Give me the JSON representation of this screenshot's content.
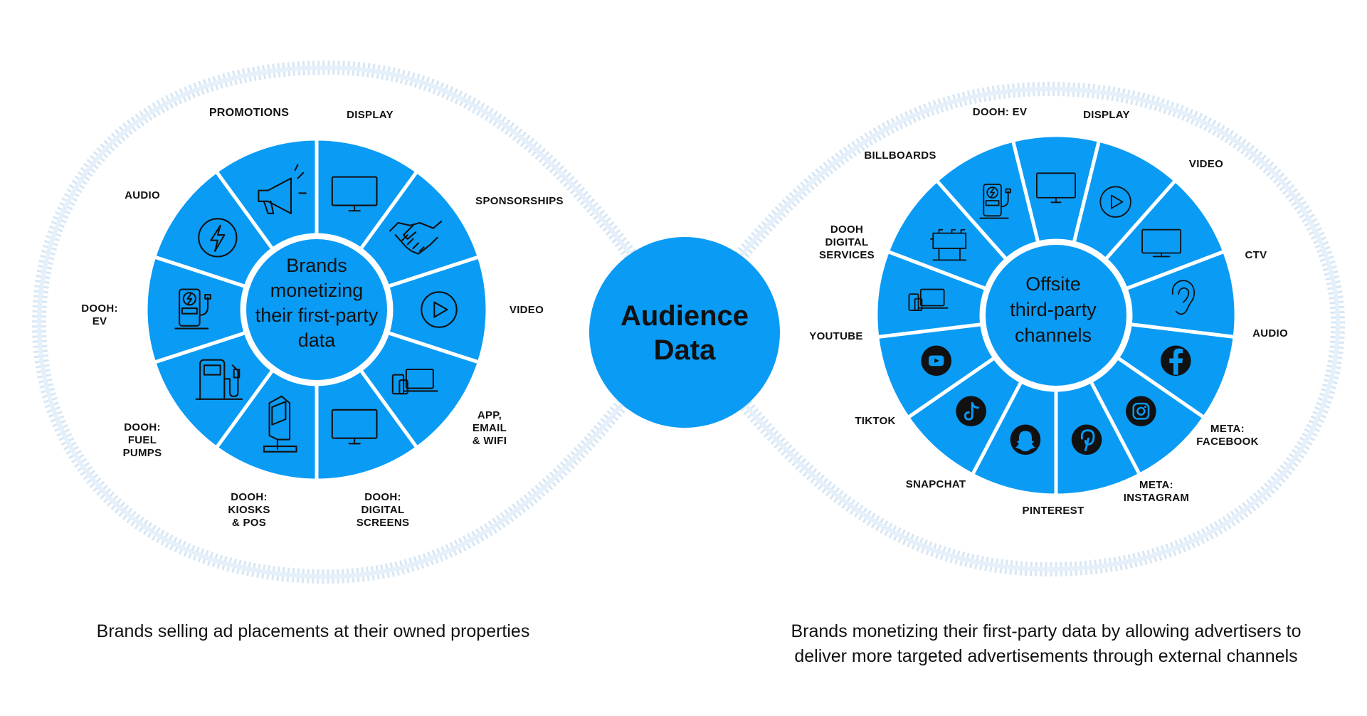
{
  "colors": {
    "segment": "#0a9bf5",
    "center": "#0a9bf5",
    "ring_outline": "#ffffff",
    "loop": "#d7e7f5",
    "icon_stroke": "#111111",
    "text": "#111111"
  },
  "left_wheel": {
    "center_text": "Brands\nmonetizing\ntheir first-party\ndata",
    "segments": [
      {
        "label": "DISPLAY",
        "icon": "monitor-icon"
      },
      {
        "label": "SPONSORSHIPS",
        "icon": "handshake-icon"
      },
      {
        "label": "VIDEO",
        "icon": "play-button-icon"
      },
      {
        "label": "APP,\nEMAIL\n& WIFI",
        "icon": "devices-icon"
      },
      {
        "label": "DOOH:\nDIGITAL\nSCREENS",
        "icon": "monitor-icon"
      },
      {
        "label": "DOOH:\nKIOSKS\n& POS",
        "icon": "kiosk-icon"
      },
      {
        "label": "DOOH:\nFUEL\nPUMPS",
        "icon": "fuel-pump-icon"
      },
      {
        "label": "DOOH:\nEV",
        "icon": "ev-charger-icon"
      },
      {
        "label": "AUDIO",
        "icon": "lightning-bolt-icon"
      },
      {
        "label": "PROMOTIONS",
        "icon": "megaphone-icon"
      }
    ],
    "caption": "Brands selling ad placements at their owned properties"
  },
  "center_node": {
    "text": "Audience\nData"
  },
  "right_wheel": {
    "center_text": "Offsite\nthird-party\nchannels",
    "segments": [
      {
        "label": "DISPLAY",
        "icon": "monitor-icon"
      },
      {
        "label": "VIDEO",
        "icon": "play-button-icon"
      },
      {
        "label": "CTV",
        "icon": "tv-icon"
      },
      {
        "label": "AUDIO",
        "icon": "ear-icon"
      },
      {
        "label": "META:\nFACEBOOK",
        "icon": "facebook-icon"
      },
      {
        "label": "META:\nINSTAGRAM",
        "icon": "instagram-icon"
      },
      {
        "label": "PINTEREST",
        "icon": "pinterest-icon"
      },
      {
        "label": "SNAPCHAT",
        "icon": "snapchat-icon"
      },
      {
        "label": "TIKTOK",
        "icon": "tiktok-icon"
      },
      {
        "label": "YOUTUBE",
        "icon": "youtube-icon"
      },
      {
        "label": "DOOH\nDIGITAL\nSERVICES",
        "icon": "devices-icon"
      },
      {
        "label": "BILLBOARDS",
        "icon": "billboard-icon"
      },
      {
        "label": "DOOH: EV",
        "icon": "ev-charger-icon"
      }
    ],
    "caption": "Brands monetizing their first-party data by allowing advertisers to\ndeliver more targeted advertisements through external channels"
  }
}
